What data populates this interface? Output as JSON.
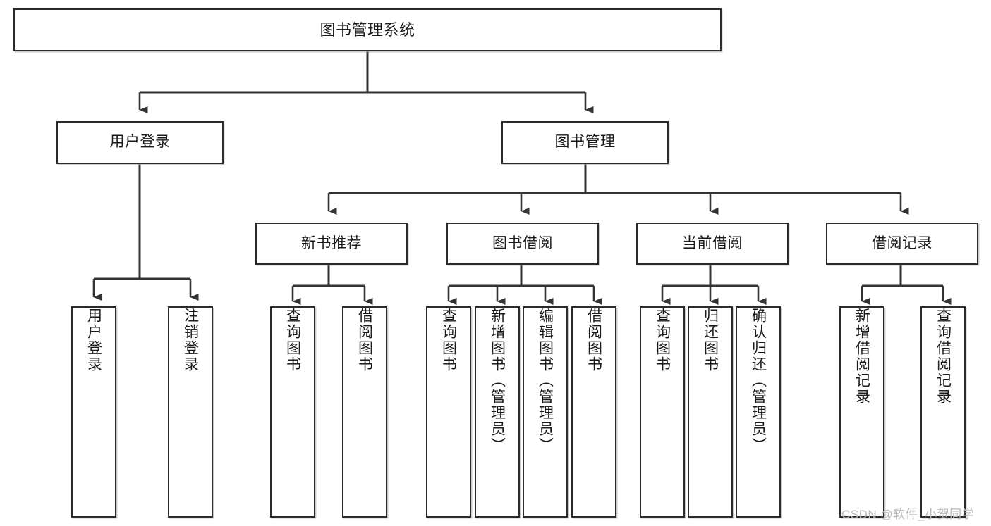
{
  "diagram": {
    "type": "tree-hierarchy-chart",
    "title": "图书管理系统",
    "watermark": "CSDN @软件_小贺同学",
    "colors": {
      "box_border": "#2b2b2b",
      "box_fill": "#ffffff",
      "connector": "#333333",
      "text": "#1a1a1a",
      "watermark": "#b9b9b9"
    },
    "nodes": {
      "root": {
        "label": "图书管理系统",
        "level": 0
      },
      "level1": [
        {
          "id": "user-login",
          "label": "用户登录"
        },
        {
          "id": "book-manage",
          "label": "图书管理"
        }
      ],
      "level2": [
        {
          "id": "new-book-rec",
          "label": "新书推荐",
          "parent": "book-manage"
        },
        {
          "id": "book-borrow",
          "label": "图书借阅",
          "parent": "book-manage"
        },
        {
          "id": "current-borrow",
          "label": "当前借阅",
          "parent": "book-manage"
        },
        {
          "id": "borrow-record",
          "label": "借阅记录",
          "parent": "book-manage"
        }
      ],
      "leaves": [
        {
          "id": "leaf-user-login",
          "label": "用户登录",
          "parent": "user-login"
        },
        {
          "id": "leaf-logout",
          "label": "注销登录",
          "parent": "user-login"
        },
        {
          "id": "leaf-query-book-1",
          "label": "查询图书",
          "parent": "new-book-rec"
        },
        {
          "id": "leaf-borrow-book-1",
          "label": "借阅图书",
          "parent": "new-book-rec"
        },
        {
          "id": "leaf-query-book-2",
          "label": "查询图书",
          "parent": "book-borrow"
        },
        {
          "id": "leaf-add-book",
          "label": "新增图书（管理员）",
          "parent": "book-borrow"
        },
        {
          "id": "leaf-edit-book",
          "label": "编辑图书（管理员）",
          "parent": "book-borrow"
        },
        {
          "id": "leaf-borrow-book-2",
          "label": "借阅图书",
          "parent": "book-borrow"
        },
        {
          "id": "leaf-query-book-3",
          "label": "查询图书",
          "parent": "current-borrow"
        },
        {
          "id": "leaf-return-book",
          "label": "归还图书",
          "parent": "current-borrow"
        },
        {
          "id": "leaf-confirm-return",
          "label": "确认归还（管理员）",
          "parent": "current-borrow"
        },
        {
          "id": "leaf-add-record",
          "label": "新增借阅记录",
          "parent": "borrow-record"
        },
        {
          "id": "leaf-query-record",
          "label": "查询借阅记录",
          "parent": "borrow-record"
        }
      ]
    }
  }
}
